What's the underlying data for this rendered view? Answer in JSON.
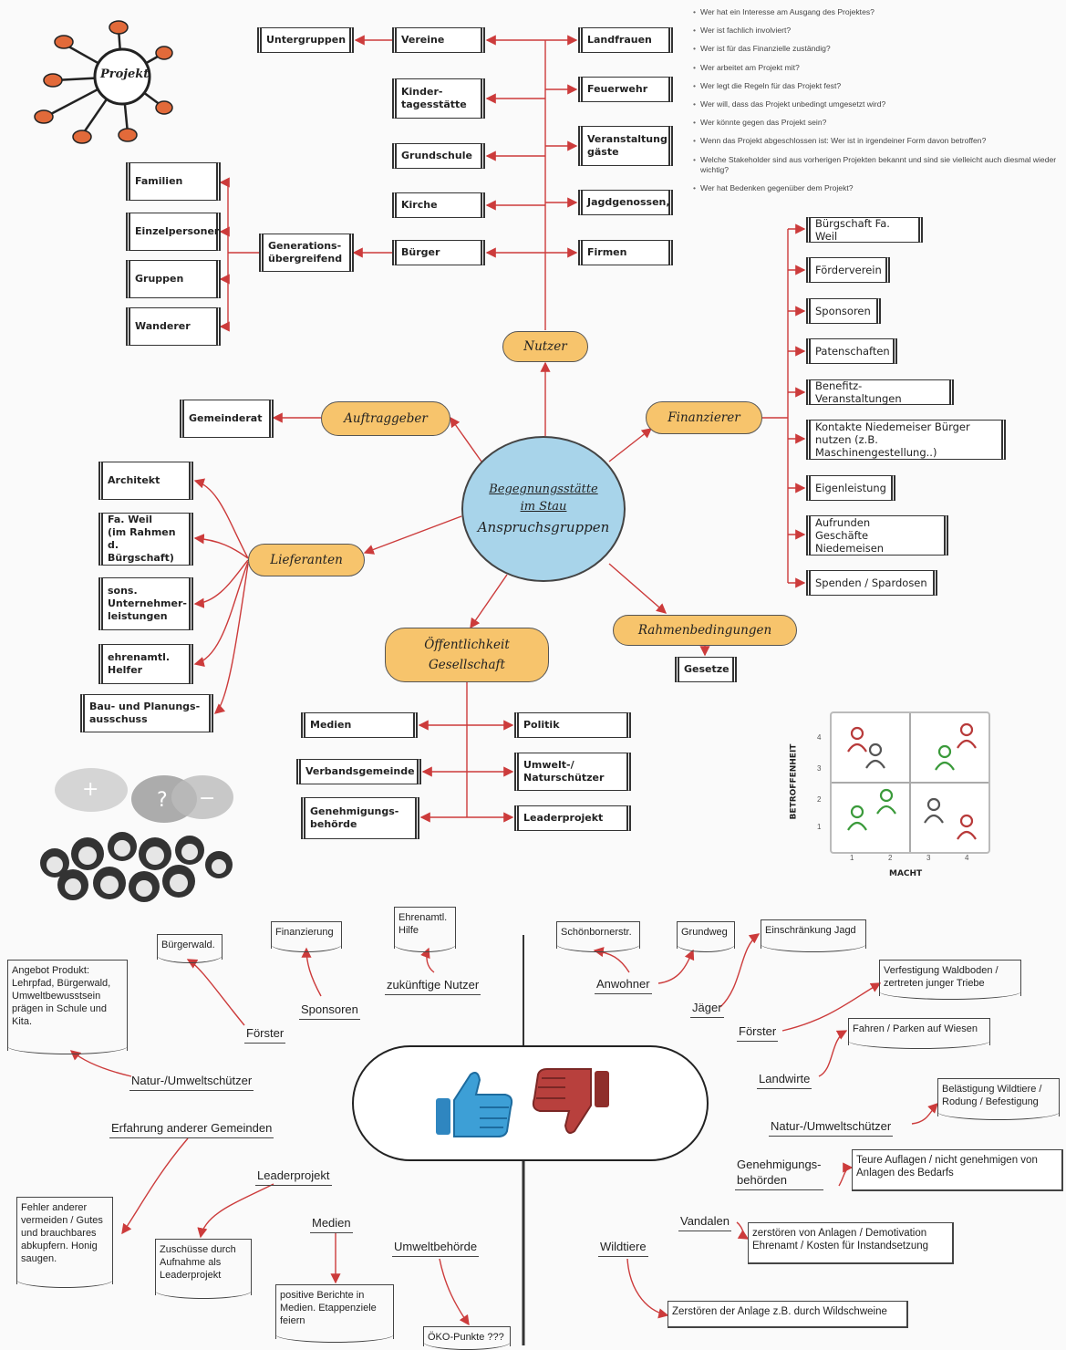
{
  "hub": {
    "line1": "Begegnungsstätte",
    "line2": "im Stau",
    "line3": "Anspruchsgruppen"
  },
  "project_logo": {
    "label": "Projekt"
  },
  "categories": {
    "nutzer": "Nutzer",
    "auftraggeber": "Auftraggeber",
    "finanzierer": "Finanzierer",
    "lieferanten": "Lieferanten",
    "oeffentlichkeit": "Öffentlichkeit\nGesellschaft",
    "rahmenbedingungen": "Rahmenbedingungen"
  },
  "nutzer_groups": {
    "untergruppen": "Untergruppen",
    "vereine": "Vereine",
    "landfrauen": "Landfrauen",
    "kindertagesstaette": "Kinder-\ntagesstätte",
    "feuerwehr": "Feuerwehr",
    "grundschule": "Grundschule",
    "veranstaltungsgaeste": "Veranstaltung\ngäste",
    "kirche": "Kirche",
    "jagdgenossen": "Jagdgenossen,",
    "generationsuebergreifend": "Generations-\nübergreifend",
    "buerger": "Bürger",
    "firmen": "Firmen",
    "familien": "Familien",
    "einzelpersonen": "Einzelpersoner",
    "gruppen": "Gruppen",
    "wanderer": "Wanderer"
  },
  "auftraggeber_items": {
    "gemeinderat": "Gemeinderat"
  },
  "finanzierer_items": [
    "Bürgschaft Fa. Weil",
    "Förderverein",
    "Sponsoren",
    "Patenschaften",
    "Benefitz-Veranstaltungen",
    "Kontakte  Niedemeiser  Bürger\nnutzen (z.B. Maschinengestellung..)",
    "Eigenleistung",
    "Aufrunden\nGeschäfte Niedemeisen",
    "Spenden / Spardosen"
  ],
  "lieferanten_items": [
    "Architekt",
    "Fa. Weil\n(im Rahmen\nd. Bürgschaft)",
    "sons.\nUnternehmer-\nleistungen",
    "ehrenamtl.\nHelfer",
    "Bau-  und  Planungs-\nausschuss"
  ],
  "rahmen_items": {
    "gesetze": "Gesetze"
  },
  "oeffentlichkeit_items": {
    "medien": "Medien",
    "politik": "Politik",
    "verbandsgemeinde": "Verbandsgemeinde",
    "umweltschuetzer": "Umwelt-/\nNaturschützer",
    "genehmigungsbehoerde": "Genehmigungs-\nbehörde",
    "leaderprojekt": "Leaderprojekt"
  },
  "questions": [
    "Wer hat ein Interesse am Ausgang des Projektes?",
    "Wer ist fachlich involviert?",
    "Wer ist für das Finanzielle zuständig?",
    "Wer arbeitet am Projekt mit?",
    "Wer legt die Regeln für das Projekt fest?",
    "Wer will, dass das Projekt unbedingt umgesetzt wird?",
    "Wer könnte gegen das Projekt sein?",
    "Wenn das Projekt abgeschlossen ist: Wer ist in irgendeiner Form davon betroffen?",
    "Welche Stakeholder sind aus vorherigen Projekten bekannt und sind sie vielleicht auch diesmal wieder wichtig?",
    "Wer hat Bedenken gegenüber dem Projekt?"
  ],
  "matrix": {
    "y_label": "BETROFFENHEIT",
    "x_label": "MACHT",
    "x_ticks": [
      "1",
      "2",
      "3",
      "4"
    ],
    "y_ticks": [
      "1",
      "2",
      "3",
      "4"
    ]
  },
  "pro_side": {
    "buergerwald": "Bürgerwald.",
    "finanzierung": "Finanzierung",
    "ehrenamtl_hilfe": "Ehrenamtl.\nHilfe",
    "angebot": "Angebot  Produkt:\nLehrpfad, Bürgerwald,\nUmweltbewusstsein\nprägen in Schule und\nKita.",
    "foerster": "Förster",
    "sponsoren": "Sponsoren",
    "zukuenftige_nutzer": "zukünftige Nutzer",
    "naturschuetzer": "Natur-/Umweltschützer",
    "erfahrung": "Erfahrung anderer Gemeinden",
    "leaderprojekt": "Leaderprojekt",
    "medien": "Medien",
    "umweltbehoerde": "Umweltbehörde",
    "fehler": "Fehler anderer\nvermeiden / Gutes\nund brauchbares\nabkupfern. Honig\nsaugen.",
    "zuschuesse": "Zuschüsse durch\nAufnahme als\nLeaderprojekt",
    "berichte": "positive Berichte in\nMedien. Etappenziele\nfeiern",
    "oeko": "ÖKO-Punkte ???"
  },
  "con_side": {
    "schoenbornerstr": "Schönbornerstr.",
    "grundweg": "Grundweg",
    "einschraenkung": "Einschränkung Jagd",
    "anwohner": "Anwohner",
    "jaeger": "Jäger",
    "verfestigung": "Verfestigung Waldboden /\nzertreten junger Triebe",
    "foerster": "Förster",
    "fahren": "Fahren / Parken auf Wiesen",
    "landwirte": "Landwirte",
    "belaestigung": "Belästigung Wildtiere /\nRodung / Befestigung",
    "naturschuetzer": "Natur-/Umweltschützer",
    "genehmigung": "Genehmigungs-\nbehörden",
    "auflagen": "Teure Auflagen /  nicht genehmigen von\nAnlagen des Bedarfs",
    "vandalen": "Vandalen",
    "zerstoeren": "zerstören von Anlagen / Demotivation\nEhrenamt / Kosten für Instandsetzung",
    "wildtiere": "Wildtiere",
    "wildschweine": "Zerstören der Anlage z.B. durch Wildschweine"
  },
  "colors": {
    "connector": "#cc3b3b",
    "pill": "#f7c46c",
    "hub": "#a8d4ea",
    "thumb_up": "#3d9fd6",
    "thumb_down": "#b8403d"
  }
}
